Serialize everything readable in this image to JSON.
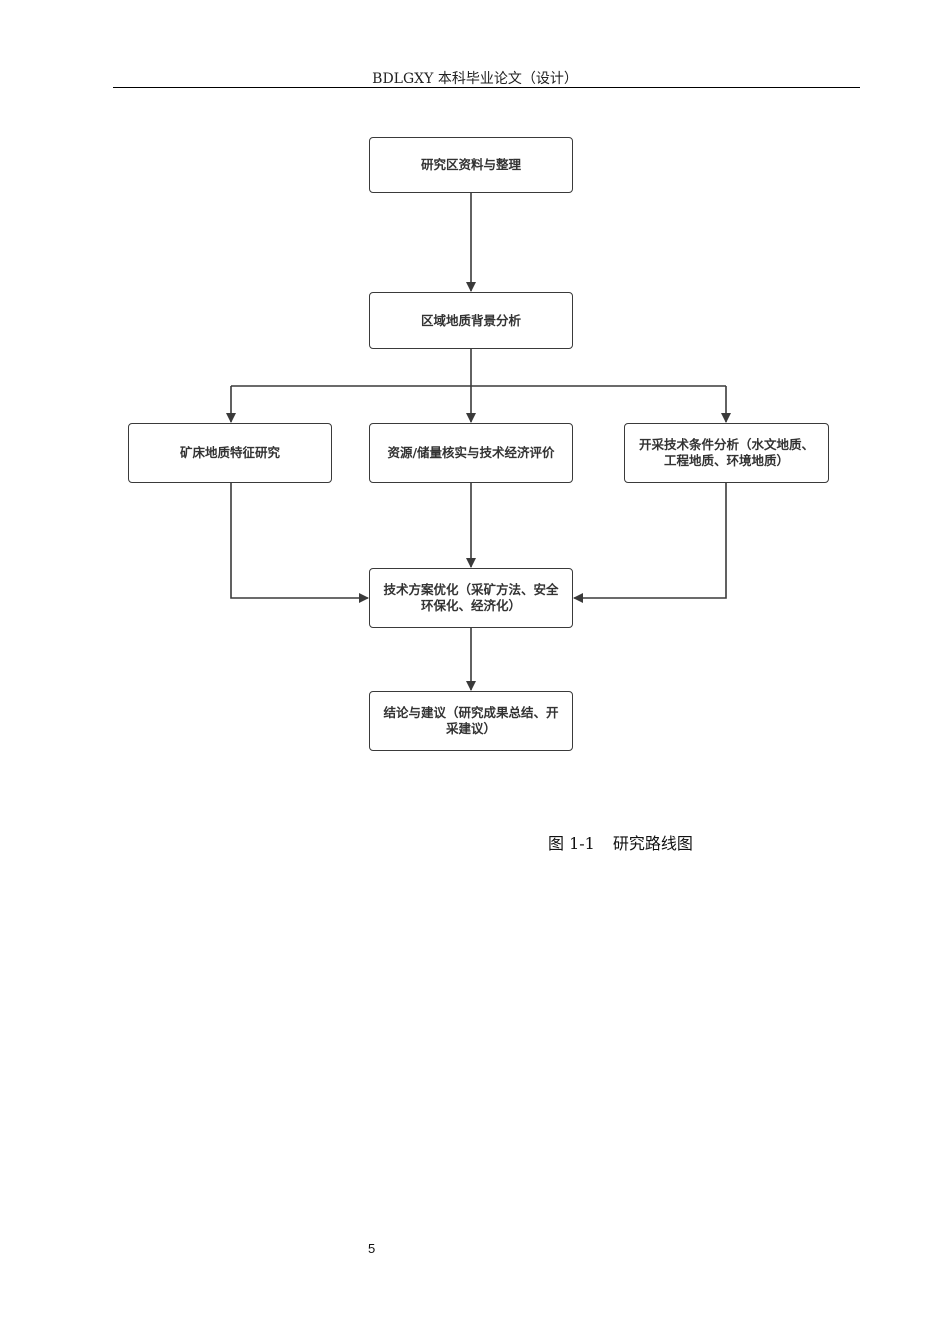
{
  "header": {
    "text": "BDLGXY 本科毕业论文（设计）"
  },
  "flowchart": {
    "nodes": {
      "n1": "研究区资料与整理",
      "n2": "区域地质背景分析",
      "n3": "矿床地质特征研究",
      "n4": "资源/储量核实与技术经济评价",
      "n5_line1": "开采技术条件分析（水文地质、",
      "n5_line2": "工程地质、环境地质）",
      "n6_line1": "技术方案优化（采矿方法、安全",
      "n6_line2": "环保化、经济化）",
      "n7_line1": "结论与建议（研究成果总结、开",
      "n7_line2": "采建议）"
    }
  },
  "caption": {
    "number": "图 1-1",
    "title": "研究路线图"
  },
  "footer": {
    "page_number": "5"
  }
}
